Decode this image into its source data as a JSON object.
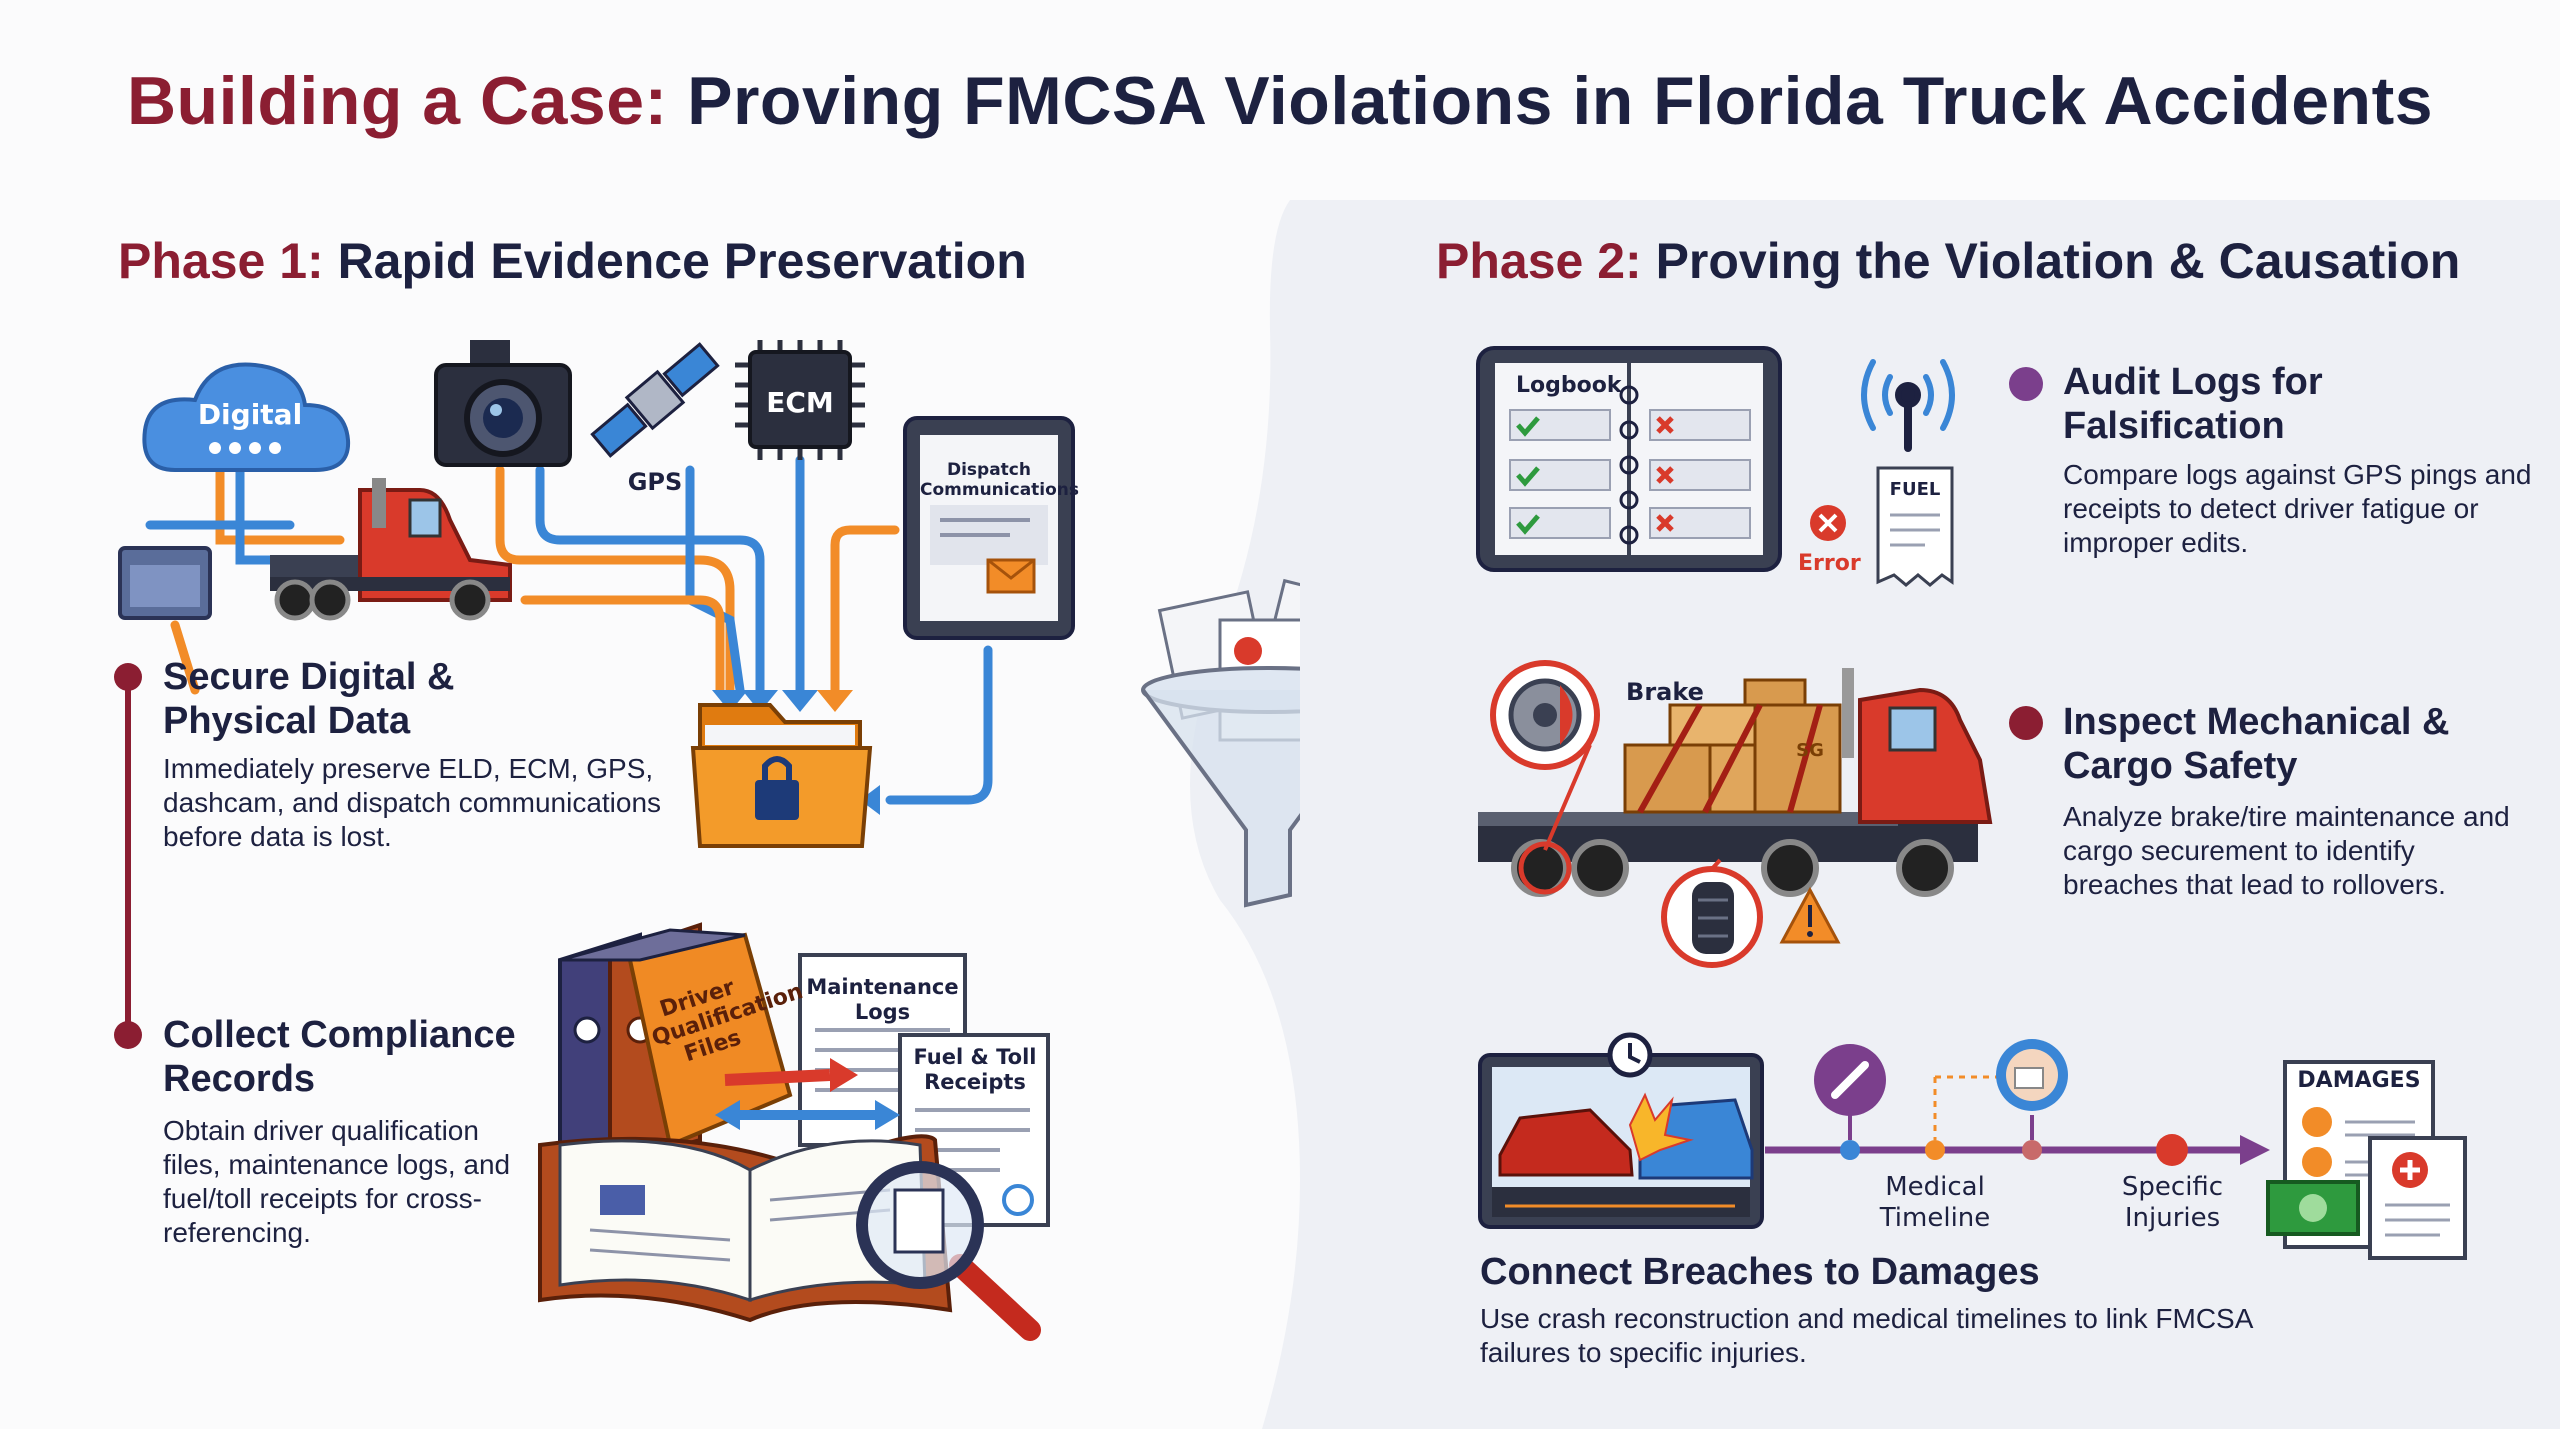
{
  "title": {
    "part1": "Building a Case:",
    "part2": "Proving FMCSA Violations in Florida Truck Accidents"
  },
  "phase1": {
    "heading_num": "Phase 1:",
    "heading_text": "Rapid Evidence Preservation",
    "icons": {
      "cloud": "Digital",
      "gps": "GPS",
      "ecm": "ECM",
      "tablet": "Dispatch Communications"
    },
    "step1": {
      "title": "Secure Digital & Physical Data",
      "text": "Immediately preserve ELD, ECM, GPS, dashcam, and dispatch communications before data is lost."
    },
    "step2": {
      "title": "Collect Compliance Records",
      "text": "Obtain driver qualification files, maintenance logs, and fuel/toll receipts for cross-referencing."
    },
    "docs": {
      "binder": "Driver Qualification Files",
      "maintenance": "Maintenance Logs",
      "fuel": "Fuel & Toll Receipts"
    }
  },
  "phase2": {
    "heading_num": "Phase 2:",
    "heading_text": "Proving the Violation & Causation",
    "audit": {
      "title": "Audit Logs for Falsification",
      "text": "Compare logs against GPS pings and receipts to detect driver fatigue or improper edits.",
      "logbook": "Logbook",
      "error": "Error",
      "fuel": "FUEL"
    },
    "inspect": {
      "title": "Inspect Mechanical & Cargo Safety",
      "text": "Analyze brake/tire maintenance and cargo securement to identify breaches that lead to rollovers.",
      "brake": "Brake",
      "box": "SG"
    },
    "connect": {
      "title": "Connect Breaches to Damages",
      "text": "Use crash reconstruction and medical timelines to link FMCSA failures to specific injuries.",
      "medical": "Medical Timeline",
      "injuries": "Specific Injuries",
      "damages": "DAMAGES"
    }
  },
  "colors": {
    "maroon": "#8b1e32",
    "navy": "#1d2140",
    "purple": "#7b3f8c",
    "blue": "#3a86d6",
    "orange": "#f28c28",
    "red": "#d93a2b"
  }
}
